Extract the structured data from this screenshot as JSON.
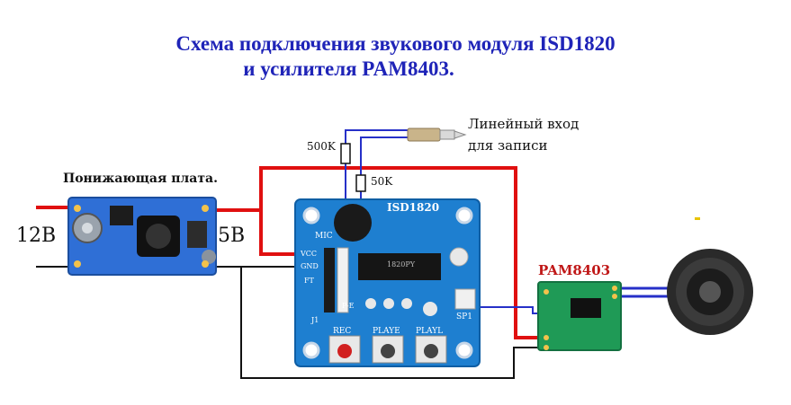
{
  "title": {
    "line1": "Схема подключения звукового модуля ISD1820",
    "line2": "и усилителя PAM8403."
  },
  "labels": {
    "step_down_board": "Понижающая плата.",
    "input_voltage": "12В",
    "output_voltage": "5В",
    "resistor_1": "500K",
    "resistor_2": "50K",
    "line_in_1": "Линейный вход",
    "line_in_2": "для записи",
    "amplifier": "PAM8403"
  },
  "board_text": {
    "module_name": "ISD1820",
    "mic": "MIC",
    "vcc": "VCC",
    "gnd": "GND",
    "ft": "FT",
    "pe": "P-E",
    "j1": "J1",
    "sp1": "SP1",
    "chip": "1820PY",
    "rec": "REC",
    "playe": "PLAYE",
    "playl": "PLAYL"
  },
  "colors": {
    "title": "#1f24b8",
    "power_wire": "#e01010",
    "ground_wire": "#111111",
    "signal_wire": "#2630c8",
    "isd_board": "#1e7fd0",
    "step_down_board": "#2f6fd6",
    "pam_board": "#1f9a56"
  }
}
